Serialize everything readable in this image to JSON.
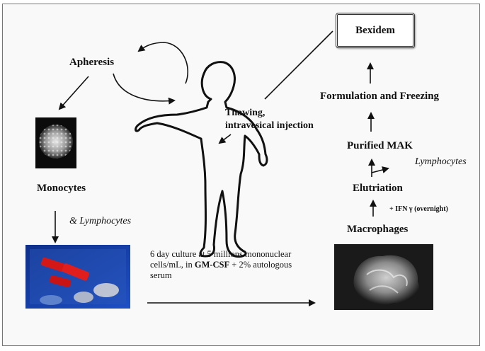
{
  "nodes": {
    "bexidem": "Bexidem",
    "apheresis": "Apheresis",
    "monocytes": "Monocytes",
    "lymphocytes_and": "& Lymphocytes",
    "thawing": "Thawing,",
    "intravesical": "intravesical injection",
    "formulation": "Formulation and Freezing",
    "purified_mak": "Purified MAK",
    "lymphocytes_side": "Lymphocytes",
    "elutriation": "Elutriation",
    "ifn": "+ IFN γ (overnight)",
    "macrophages": "Macrophages"
  },
  "culture": {
    "line1": "6 day culture at 5 millions mononuclear",
    "line2_pre": "cells/mL, in ",
    "line2_bold": "GM-CSF",
    "line2_post": " + 2% autologous",
    "line3": "serum"
  }
}
